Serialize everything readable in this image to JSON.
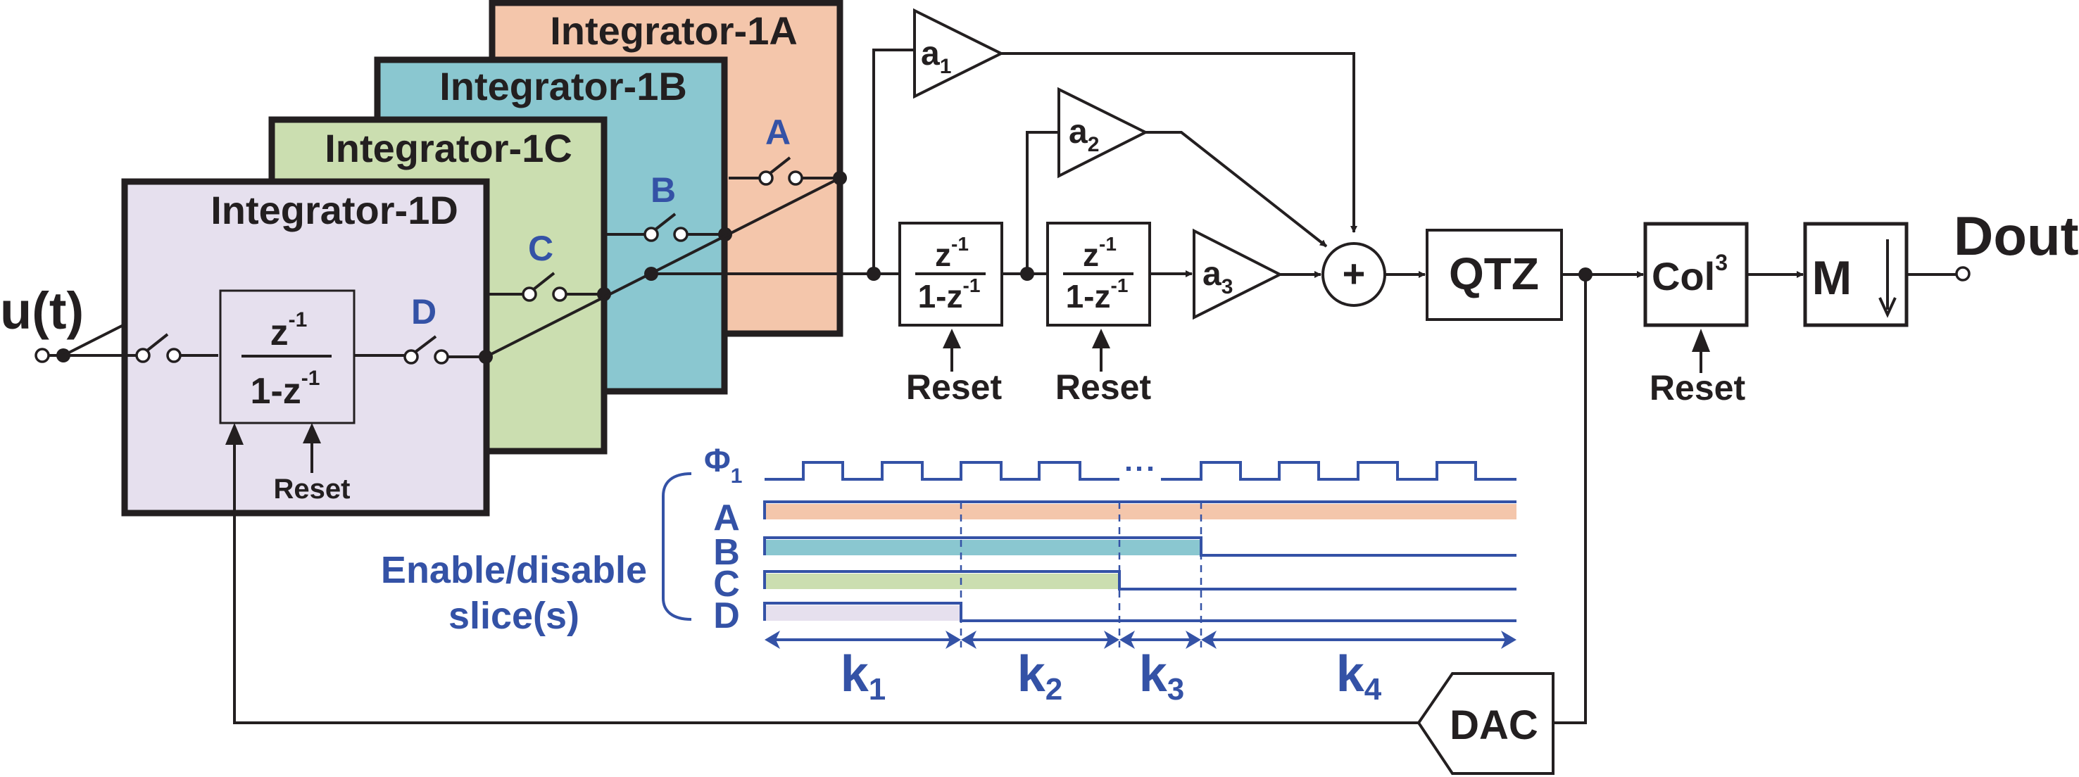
{
  "figure": {
    "input_label": "u(t)",
    "output_label": "Dout",
    "colors": {
      "slice_a": "#f4c6ab",
      "slice_b": "#8ac7d0",
      "slice_c": "#cbdeb0",
      "slice_d": "#e6e0ee",
      "accent_blue": "#3452a6",
      "line": "#231f20"
    }
  },
  "slices": [
    {
      "id": "A",
      "title": "Integrator-1A",
      "switch_label": "A"
    },
    {
      "id": "B",
      "title": "Integrator-1B",
      "switch_label": "B"
    },
    {
      "id": "C",
      "title": "Integrator-1C",
      "switch_label": "C"
    },
    {
      "id": "D",
      "title": "Integrator-1D",
      "switch_label": "D"
    }
  ],
  "integrator": {
    "numerator": "z",
    "numerator_exp": "-1",
    "denominator": "1-z",
    "denominator_exp": "-1",
    "reset_label": "Reset"
  },
  "gains": [
    {
      "base": "a",
      "sub": "1"
    },
    {
      "base": "a",
      "sub": "2"
    },
    {
      "base": "a",
      "sub": "3"
    }
  ],
  "summer": {
    "symbol": "+"
  },
  "blocks": {
    "quantizer": "QTZ",
    "comb_base": "Col",
    "comb_exp": "3",
    "comb_reset": "Reset",
    "decimator_base": "M",
    "decimator_arrow": "↓",
    "dac": "DAC"
  },
  "timing": {
    "clock_label": "Φ",
    "clock_sub": "1",
    "ellipsis": "...",
    "rows": [
      "A",
      "B",
      "C",
      "D"
    ],
    "row_enabled_intervals": {
      "A": [
        "k1",
        "k2",
        "k3",
        "k4"
      ],
      "B": [
        "k1",
        "k2",
        "k3"
      ],
      "C": [
        "k1",
        "k2"
      ],
      "D": [
        "k1"
      ]
    },
    "phases": [
      {
        "base": "k",
        "sub": "1"
      },
      {
        "base": "k",
        "sub": "2"
      },
      {
        "base": "k",
        "sub": "3"
      },
      {
        "base": "k",
        "sub": "4"
      }
    ],
    "brace_label_line1": "Enable/disable",
    "brace_label_line2": "slice(s)"
  }
}
